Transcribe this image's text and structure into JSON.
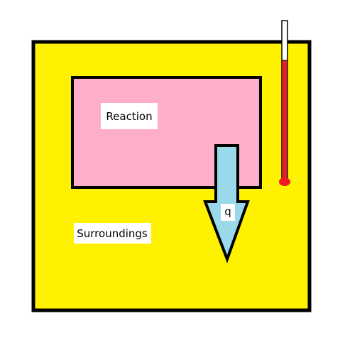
{
  "labels": {
    "reaction": "Reaction",
    "surroundings": "Surroundings",
    "heat": "q"
  },
  "colors": {
    "surroundings_fill": "#fff200",
    "reaction_fill": "#ffaec9",
    "arrow_fill": "#99d9ea",
    "thermometer_liquid": "#ed1c24",
    "outline": "#000000",
    "label_background": "#ffffff"
  },
  "icons": {
    "thermometer": "thermometer-icon",
    "heat_arrow": "down-arrow-icon"
  }
}
